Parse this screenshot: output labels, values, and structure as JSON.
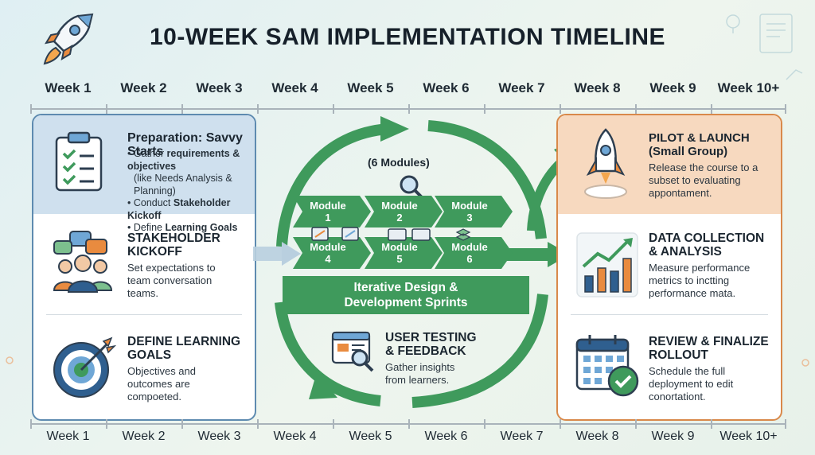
{
  "title": "10-WEEK SAM IMPLEMENTATION TIMELINE",
  "weeks_top": [
    "Week 1",
    "Week 2",
    "Week 3",
    "Week 4",
    "Week 5",
    "Week 6",
    "Week 7",
    "Week 8",
    "Week 9",
    "Week 10+"
  ],
  "weeks_bottom": [
    "Week 1",
    "Week 2",
    "Week 3",
    "Week 4",
    "Week 5",
    "Week 6",
    "Week 7",
    "Week 8",
    "Week 9",
    "Week 10+"
  ],
  "left": {
    "preparation": {
      "title": "Preparation: Savvy Starts",
      "b1_pre": "• Gather ",
      "b1_bold": "requirements & objectives",
      "b1_post": "(like Needs Analysis & Planning)",
      "b2_pre": "• Conduct ",
      "b2_bold": "Stakeholder Kickoff",
      "b3_pre": "• Define ",
      "b3_bold": "Learning Goals"
    },
    "kickoff": {
      "title_1": "STAKEHOLDER",
      "title_2": "KICKOFF",
      "text_1": "Set expectations to",
      "text_2": "team conversation",
      "text_3": "teams."
    },
    "goals": {
      "title_1": "DEFINE LEARNING",
      "title_2": "GOALS",
      "text_1": "Objectives and",
      "text_2": "outcomes are",
      "text_3": "compoeted."
    }
  },
  "center": {
    "modules_count": "(6 Modules)",
    "modules": [
      {
        "line1": "Module",
        "line2": "1"
      },
      {
        "line1": "Module",
        "line2": "2"
      },
      {
        "line1": "Module",
        "line2": "3"
      },
      {
        "line1": "Module",
        "line2": "4"
      },
      {
        "line1": "Module",
        "line2": "5"
      },
      {
        "line1": "Module",
        "line2": "6"
      }
    ],
    "sprints_1": "Iterative Design &",
    "sprints_2": "Development Sprints",
    "testing": {
      "title_1": "USER TESTING",
      "title_2": "& FEEDBACK",
      "text_1": "Gather insights",
      "text_2": "from learners."
    }
  },
  "right": {
    "pilot": {
      "title_1": "PILOT & LAUNCH",
      "title_2": "(Small Group)",
      "text_1": "Release the course to a",
      "text_2": "subset to evaluating",
      "text_3": "appontament."
    },
    "data": {
      "title_1": "DATA COLLECTION",
      "title_2": "& ANALYSIS",
      "text_1": "Measure performance",
      "text_2": "metrics to inctting",
      "text_3": "performance mata."
    },
    "review": {
      "title_1": "REVIEW & FINALIZE",
      "title_2": "ROLLOUT",
      "text_1": "Schedule the full",
      "text_2": "deployment to edit",
      "text_3": "conortationt."
    }
  },
  "colors": {
    "green": "#3f9a5c",
    "blue_border": "#5e8bb0",
    "orange_border": "#d9894a",
    "prep_bg": "#cfe0ee",
    "pilot_bg": "#f7d9bf"
  },
  "icons": [
    "rocket-icon",
    "checklist-icon",
    "team-chat-icon",
    "target-icon",
    "magnifier-icon",
    "browser-search-icon",
    "rocket-launch-icon",
    "bar-chart-icon",
    "calendar-check-icon"
  ]
}
